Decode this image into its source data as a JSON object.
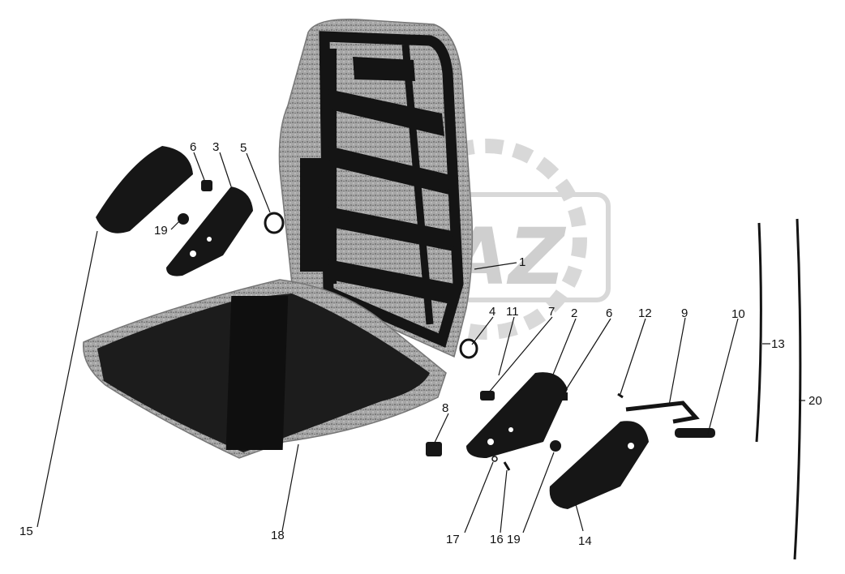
{
  "watermark": "MAZ",
  "colors": {
    "ink": "#141414",
    "fabric": "#9a9a9a",
    "part": "#1c1c1c",
    "bg": "#ffffff"
  },
  "callouts": {
    "c1": "1",
    "c2": "2",
    "c3": "3",
    "c4": "4",
    "c5": "5",
    "c6a": "6",
    "c6b": "6",
    "c7": "7",
    "c8": "8",
    "c9": "9",
    "c10": "10",
    "c11": "11",
    "c12": "12",
    "c13": "13",
    "c14": "14",
    "c15": "15",
    "c16": "16",
    "c17": "17",
    "c18": "18",
    "c19a": "19",
    "c19b": "19",
    "c20": "20"
  }
}
